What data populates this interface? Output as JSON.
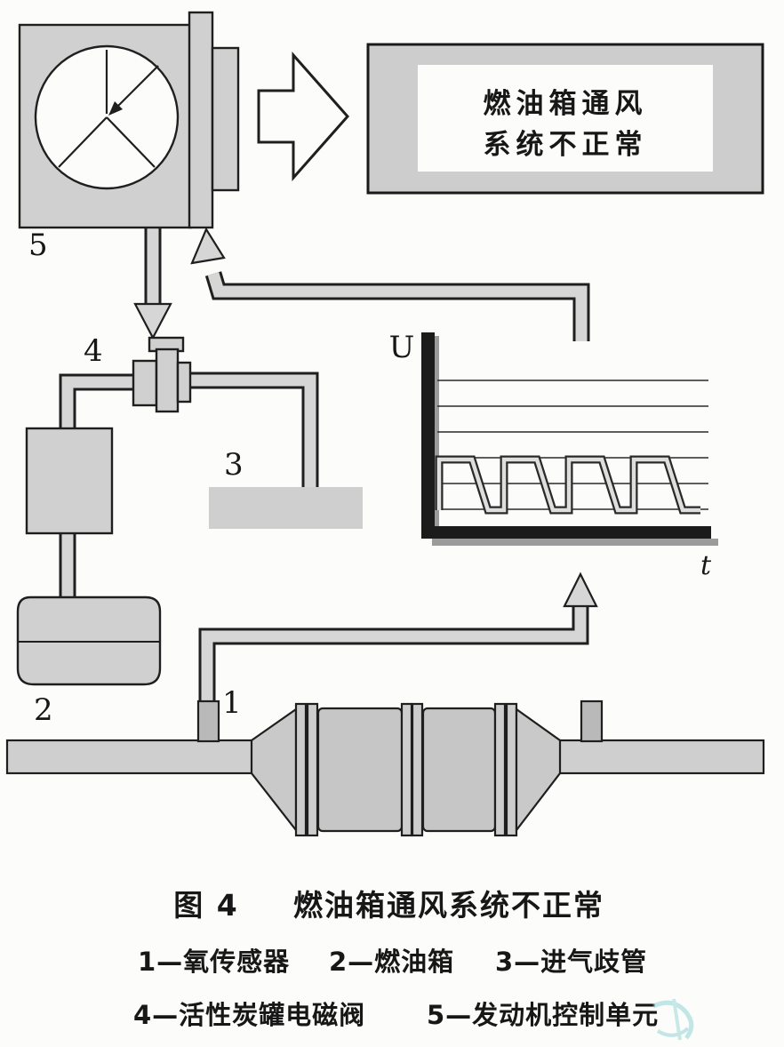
{
  "fault_box": {
    "line1": "燃油箱通风",
    "line2": "系统不正常"
  },
  "component_labels": {
    "ecu": "5",
    "solenoid_valve": "4",
    "intake_manifold": "3",
    "fuel_tank": "2",
    "oxygen_sensor": "1"
  },
  "graph": {
    "y_axis_label": "U",
    "x_axis_label": "t",
    "waveform": "sawtooth-pulses",
    "pulse_count": 4,
    "gridline_count": 6
  },
  "caption": {
    "figure_number": "图 4",
    "title": "燃油箱通风系统不正常"
  },
  "legend": {
    "row1": [
      {
        "label": "1—氧传感器"
      },
      {
        "label": "2—燃油箱"
      },
      {
        "label": "3—进气歧管"
      }
    ],
    "row2": [
      {
        "label": "4—活性炭罐电磁阀"
      },
      {
        "label": "5—发动机控制单元"
      }
    ]
  },
  "colors": {
    "component_fill": "#d0d0d0",
    "outline": "#1f1f1f",
    "pipe_fill": "#d6d6d6",
    "axis": "#1b1b1b",
    "watermark": "#7ecccf"
  }
}
